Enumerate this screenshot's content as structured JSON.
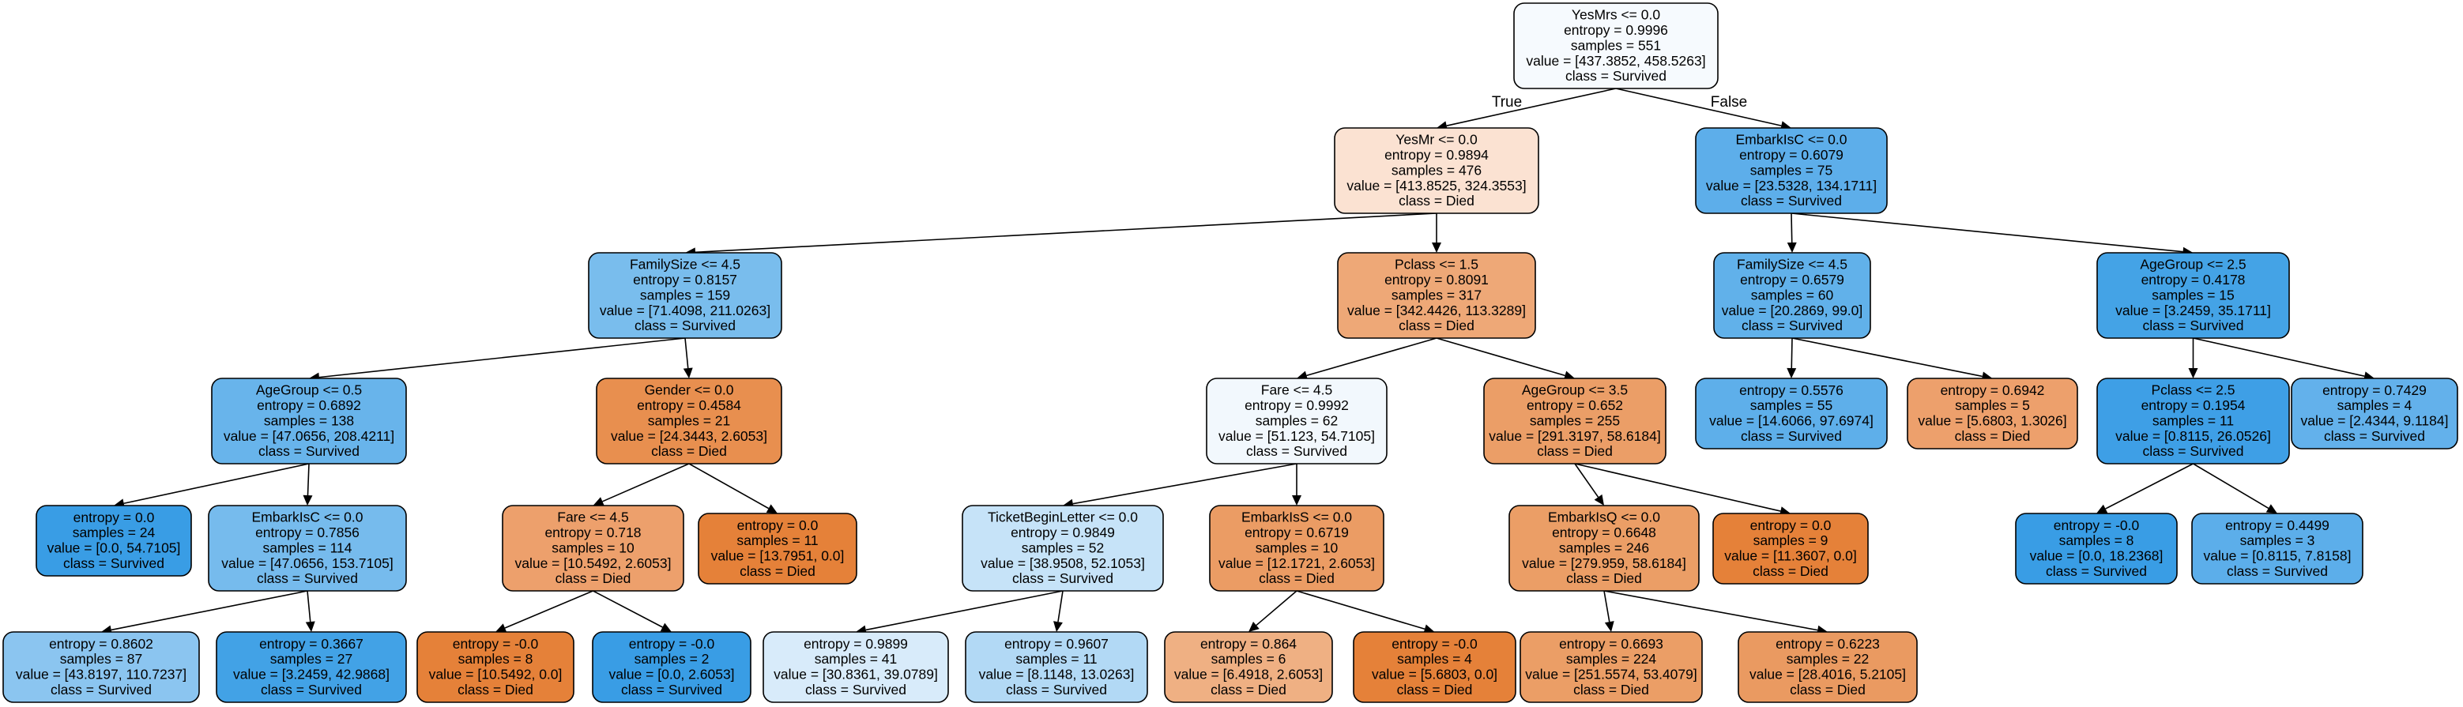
{
  "tree": {
    "edge_labels": {
      "true_label": "True",
      "false_label": "False"
    },
    "nodes": [
      {
        "id": "n0",
        "fill": "#f6fafe",
        "lines": [
          "YesMrs <= 0.0",
          "entropy = 0.9996",
          "samples = 551",
          "value = [437.3852, 458.5263]",
          "class = Survived"
        ]
      },
      {
        "id": "n1",
        "fill": "#fbe2d2",
        "lines": [
          "YesMr <= 0.0",
          "entropy = 0.9894",
          "samples = 476",
          "value = [413.8525, 324.3553]",
          "class = Died"
        ]
      },
      {
        "id": "n2",
        "fill": "#5daeea",
        "lines": [
          "EmbarkIsC <= 0.0",
          "entropy = 0.6079",
          "samples = 75",
          "value = [23.5328, 134.1711]",
          "class = Survived"
        ]
      },
      {
        "id": "n3",
        "fill": "#79bded",
        "lines": [
          "FamilySize <= 4.5",
          "entropy = 0.8157",
          "samples = 159",
          "value = [71.4098, 211.0263]",
          "class = Survived"
        ]
      },
      {
        "id": "n4",
        "fill": "#eea877",
        "lines": [
          "Pclass <= 1.5",
          "entropy = 0.8091",
          "samples = 317",
          "value = [342.4426, 113.3289]",
          "class = Died"
        ]
      },
      {
        "id": "n5",
        "fill": "#61b1ea",
        "lines": [
          "FamilySize <= 4.5",
          "entropy = 0.6579",
          "samples = 60",
          "value = [20.2869, 99.0]",
          "class = Survived"
        ]
      },
      {
        "id": "n6",
        "fill": "#44a3e6",
        "lines": [
          "AgeGroup <= 2.5",
          "entropy = 0.4178",
          "samples = 15",
          "value = [3.2459, 35.1711]",
          "class = Survived"
        ]
      },
      {
        "id": "n7",
        "fill": "#68b4eb",
        "lines": [
          "AgeGroup <= 0.5",
          "entropy = 0.6892",
          "samples = 138",
          "value = [47.0656, 208.4211]",
          "class = Survived"
        ]
      },
      {
        "id": "n8",
        "fill": "#e88f4f",
        "lines": [
          "Gender <= 0.0",
          "entropy = 0.4584",
          "samples = 21",
          "value = [24.3443, 2.6053]",
          "class = Died"
        ]
      },
      {
        "id": "n9",
        "fill": "#f2f8fd",
        "lines": [
          "Fare <= 4.5",
          "entropy = 0.9992",
          "samples = 62",
          "value = [51.123, 54.7105]",
          "class = Survived"
        ]
      },
      {
        "id": "n10",
        "fill": "#eb9e67",
        "lines": [
          "AgeGroup <= 3.5",
          "entropy = 0.652",
          "samples = 255",
          "value = [291.3197, 58.6184]",
          "class = Died"
        ]
      },
      {
        "id": "n11",
        "fill": "#5eafea",
        "lines": [
          "entropy = 0.5576",
          "samples = 55",
          "value = [14.6066, 97.6974]",
          "class = Survived"
        ]
      },
      {
        "id": "n12",
        "fill": "#eda06c",
        "lines": [
          "entropy = 0.6942",
          "samples = 5",
          "value = [5.6803, 1.3026]",
          "class = Died"
        ]
      },
      {
        "id": "n13",
        "fill": "#3e9fe6",
        "lines": [
          "Pclass <= 2.5",
          "entropy = 0.1954",
          "samples = 11",
          "value = [0.8115, 26.0526]",
          "class = Survived"
        ]
      },
      {
        "id": "n14",
        "fill": "#63b1eb",
        "lines": [
          "entropy = 0.7429",
          "samples = 4",
          "value = [2.4344, 9.1184]",
          "class = Survived"
        ]
      },
      {
        "id": "n15",
        "fill": "#399de5",
        "lines": [
          "entropy = 0.0",
          "samples = 24",
          "value = [0.0, 54.7105]",
          "class = Survived"
        ]
      },
      {
        "id": "n16",
        "fill": "#76bbed",
        "lines": [
          "EmbarkIsC <= 0.0",
          "entropy = 0.7856",
          "samples = 114",
          "value = [47.0656, 153.7105]",
          "class = Survived"
        ]
      },
      {
        "id": "n17",
        "fill": "#eda06c",
        "lines": [
          "Fare <= 4.5",
          "entropy = 0.718",
          "samples = 10",
          "value = [10.5492, 2.6053]",
          "class = Died"
        ]
      },
      {
        "id": "n18",
        "fill": "#e58139",
        "lines": [
          "entropy = 0.0",
          "samples = 11",
          "value = [13.7951, 0.0]",
          "class = Died"
        ]
      },
      {
        "id": "n19",
        "fill": "#c6e3f8",
        "lines": [
          "TicketBeginLetter <= 0.0",
          "entropy = 0.9849",
          "samples = 52",
          "value = [38.9508, 52.1053]",
          "class = Survived"
        ]
      },
      {
        "id": "n20",
        "fill": "#eb9c64",
        "lines": [
          "EmbarkIsS <= 0.0",
          "entropy = 0.6719",
          "samples = 10",
          "value = [12.1721, 2.6053]",
          "class = Died"
        ]
      },
      {
        "id": "n21",
        "fill": "#eb9e66",
        "lines": [
          "EmbarkIsQ <= 0.0",
          "entropy = 0.6648",
          "samples = 246",
          "value = [279.959, 58.6184]",
          "class = Died"
        ]
      },
      {
        "id": "n22",
        "fill": "#e58139",
        "lines": [
          "entropy = 0.0",
          "samples = 9",
          "value = [11.3607, 0.0]",
          "class = Died"
        ]
      },
      {
        "id": "n23",
        "fill": "#399de5",
        "lines": [
          "entropy = -0.0",
          "samples = 8",
          "value = [0.0, 18.2368]",
          "class = Survived"
        ]
      },
      {
        "id": "n24",
        "fill": "#5caeea",
        "lines": [
          "entropy = 0.4499",
          "samples = 3",
          "value = [0.8115, 7.8158]",
          "class = Survived"
        ]
      },
      {
        "id": "n25",
        "fill": "#8bc5f0",
        "lines": [
          "entropy = 0.8602",
          "samples = 87",
          "value = [43.8197, 110.7237]",
          "class = Survived"
        ]
      },
      {
        "id": "n26",
        "fill": "#42a2e6",
        "lines": [
          "entropy = 0.3667",
          "samples = 27",
          "value = [3.2459, 42.9868]",
          "class = Survived"
        ]
      },
      {
        "id": "n27",
        "fill": "#e58139",
        "lines": [
          "entropy = -0.0",
          "samples = 8",
          "value = [10.5492, 0.0]",
          "class = Died"
        ]
      },
      {
        "id": "n28",
        "fill": "#399de5",
        "lines": [
          "entropy = -0.0",
          "samples = 2",
          "value = [0.0, 2.6053]",
          "class = Survived"
        ]
      },
      {
        "id": "n29",
        "fill": "#d8ebfa",
        "lines": [
          "entropy = 0.9899",
          "samples = 41",
          "value = [30.8361, 39.0789]",
          "class = Survived"
        ]
      },
      {
        "id": "n30",
        "fill": "#b2d9f5",
        "lines": [
          "entropy = 0.9607",
          "samples = 11",
          "value = [8.1148, 13.0263]",
          "class = Survived"
        ]
      },
      {
        "id": "n31",
        "fill": "#efb083",
        "lines": [
          "entropy = 0.864",
          "samples = 6",
          "value = [6.4918, 2.6053]",
          "class = Died"
        ]
      },
      {
        "id": "n32",
        "fill": "#e58139",
        "lines": [
          "entropy = -0.0",
          "samples = 4",
          "value = [5.6803, 0.0]",
          "class = Died"
        ]
      },
      {
        "id": "n33",
        "fill": "#eb9e66",
        "lines": [
          "entropy = 0.6693",
          "samples = 224",
          "value = [251.5574, 53.4079]",
          "class = Died"
        ]
      },
      {
        "id": "n34",
        "fill": "#ea9a61",
        "lines": [
          "entropy = 0.6223",
          "samples = 22",
          "value = [28.4016, 5.2105]",
          "class = Died"
        ]
      }
    ],
    "edges": [
      [
        "n0",
        "n1"
      ],
      [
        "n0",
        "n2"
      ],
      [
        "n1",
        "n3"
      ],
      [
        "n1",
        "n4"
      ],
      [
        "n2",
        "n5"
      ],
      [
        "n2",
        "n6"
      ],
      [
        "n3",
        "n7"
      ],
      [
        "n3",
        "n8"
      ],
      [
        "n4",
        "n9"
      ],
      [
        "n4",
        "n10"
      ],
      [
        "n5",
        "n11"
      ],
      [
        "n5",
        "n12"
      ],
      [
        "n6",
        "n13"
      ],
      [
        "n6",
        "n14"
      ],
      [
        "n7",
        "n15"
      ],
      [
        "n7",
        "n16"
      ],
      [
        "n8",
        "n17"
      ],
      [
        "n8",
        "n18"
      ],
      [
        "n9",
        "n19"
      ],
      [
        "n9",
        "n20"
      ],
      [
        "n10",
        "n21"
      ],
      [
        "n10",
        "n22"
      ],
      [
        "n13",
        "n23"
      ],
      [
        "n13",
        "n24"
      ],
      [
        "n16",
        "n25"
      ],
      [
        "n16",
        "n26"
      ],
      [
        "n17",
        "n27"
      ],
      [
        "n17",
        "n28"
      ],
      [
        "n19",
        "n29"
      ],
      [
        "n19",
        "n30"
      ],
      [
        "n20",
        "n31"
      ],
      [
        "n20",
        "n32"
      ],
      [
        "n21",
        "n33"
      ],
      [
        "n21",
        "n34"
      ]
    ]
  }
}
